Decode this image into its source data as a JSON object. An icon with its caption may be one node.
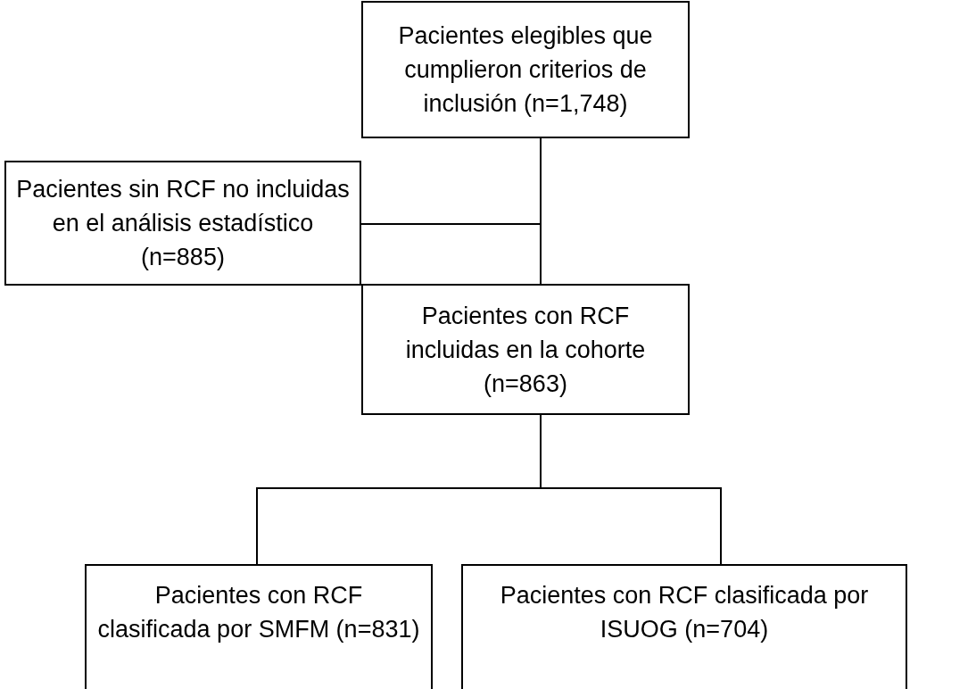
{
  "diagram": {
    "nodes": [
      {
        "text": [
          "Pacientes elegibles que cumplieron criterios de inclusión (n=1,748)"
        ]
      },
      {
        "text": [
          "Pacientes sin RCF no incluidas en el análisis estadístico (n=885)"
        ]
      },
      {
        "text": [
          "Pacientes con RCF incluidas en la cohorte (n=863)"
        ]
      },
      {
        "text": [
          "Pacientes con RCF clasificada por SMFM (n=831)"
        ]
      },
      {
        "text": [
          "Pacientes con RCF clasificada por ISUOG (n=704)"
        ]
      }
    ],
    "edges": [
      {
        "from": 0,
        "to": 2,
        "arrow": "none"
      },
      {
        "from": 0,
        "to": 1,
        "arrow": "none"
      },
      {
        "from": 2,
        "to": 3,
        "arrow": "none"
      },
      {
        "from": 2,
        "to": 4,
        "arrow": "none"
      }
    ]
  }
}
